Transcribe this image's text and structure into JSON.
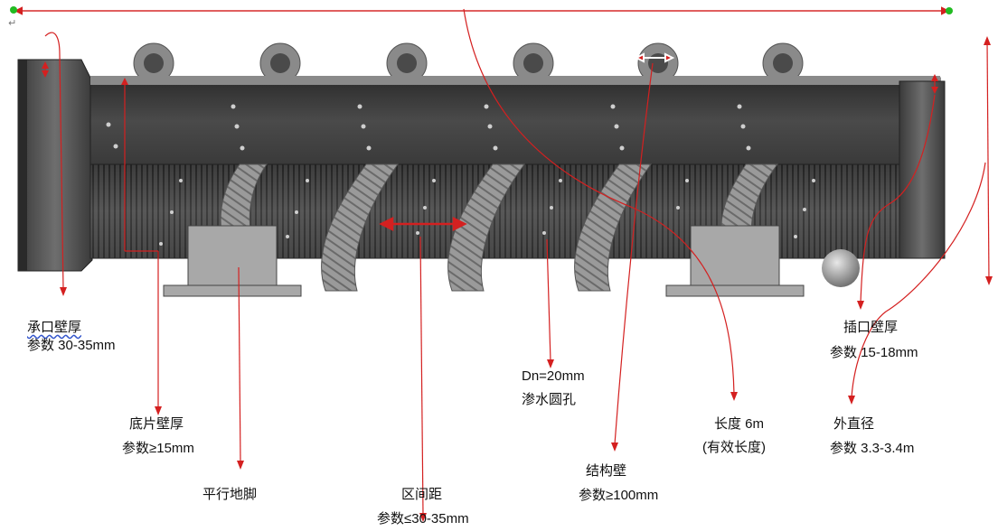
{
  "labels": {
    "socket_wall": {
      "title": "承口壁厚",
      "param": "参数 30-35mm"
    },
    "base_wall": {
      "title": "底片壁厚",
      "param": "参数≥15mm"
    },
    "parallel_feet": {
      "title": "平行地脚"
    },
    "interval": {
      "title": "区间距",
      "param": "参数≤30-35mm"
    },
    "seepage_hole": {
      "title": "Dn=20mm",
      "param": "渗水圆孔"
    },
    "structural_wall": {
      "title": "结构壁",
      "param": "参数≥100mm"
    },
    "length": {
      "title": "长度 6m",
      "param": "(有效长度)"
    },
    "spigot_wall": {
      "title": "插口壁厚",
      "param": "参数 15-18mm"
    },
    "outer_diameter": {
      "title": "外直径",
      "param": "参数 3.3-3.4m"
    }
  },
  "colors": {
    "annotation_red": "#d42020",
    "pipe_dark": "#3a3a3a",
    "pipe_mid": "#5a5a5a",
    "spiral_gray": "#8c8c8c",
    "foot_gray": "#a8a8a8",
    "handle_green": "#22bb22"
  },
  "marks": {
    "paragraph_mark": "↵"
  }
}
